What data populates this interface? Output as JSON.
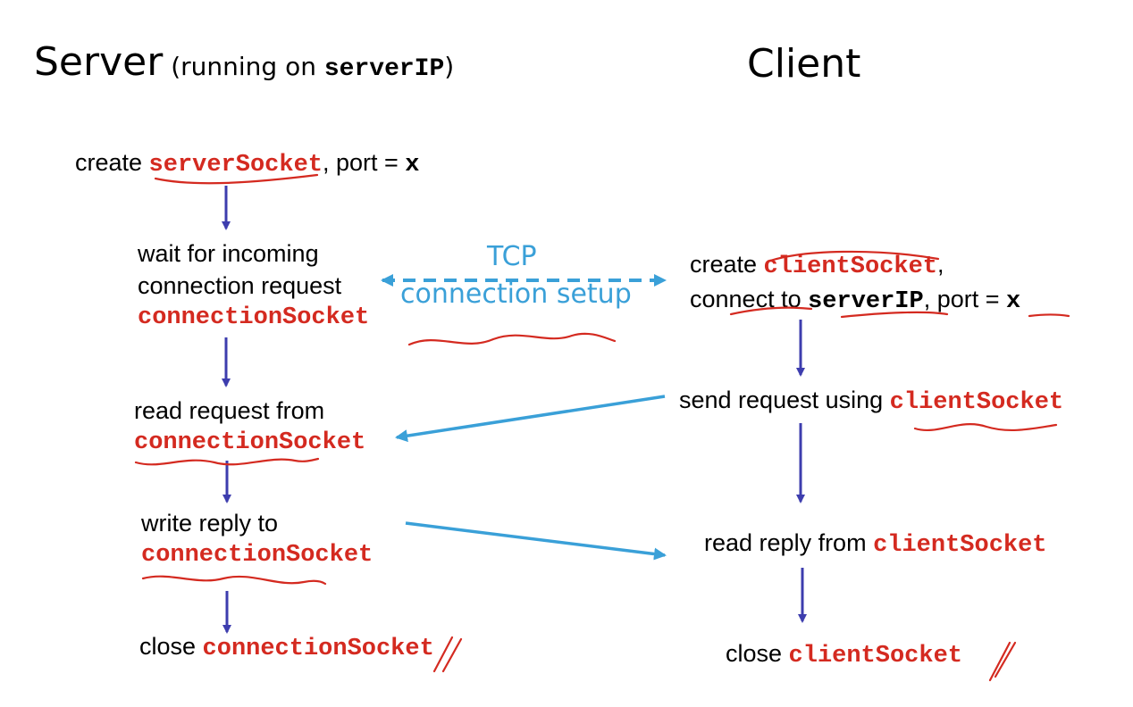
{
  "server_title": {
    "main": "Server",
    "paren_open": " (running on ",
    "ip": "serverIP",
    "paren_close": ")"
  },
  "client_title": "Client",
  "connection_label": {
    "line1": "TCP",
    "line2": "connection setup"
  },
  "server_steps": {
    "create": {
      "prefix": "create ",
      "socket": "serverSocket",
      "suffix": ", port = ",
      "port": "x"
    },
    "wait": {
      "line1": "wait for incoming",
      "line2": "connection request",
      "socket": "connectionSocket"
    },
    "read": {
      "line1": "read request from",
      "socket": "connectionSocket"
    },
    "write": {
      "line1": "write reply to",
      "socket": "connectionSocket"
    },
    "close": {
      "prefix": "close ",
      "socket": "connectionSocket"
    }
  },
  "client_steps": {
    "create": {
      "prefix": "create ",
      "socket": "clientSocket",
      "comma": ",",
      "connect": "connect to ",
      "ip": "serverIP",
      "suffix": ", port = ",
      "port": "x"
    },
    "send": {
      "prefix": "send request using ",
      "socket": "clientSocket"
    },
    "read": {
      "prefix": "read reply from ",
      "socket": "clientSocket"
    },
    "close": {
      "prefix": "close ",
      "socket": "clientSocket"
    }
  },
  "colors": {
    "flow_arrow": "#3d3dae",
    "message_arrow": "#3aa0d8",
    "annotation": "#d42a20",
    "socket_text": "#d42a20"
  }
}
